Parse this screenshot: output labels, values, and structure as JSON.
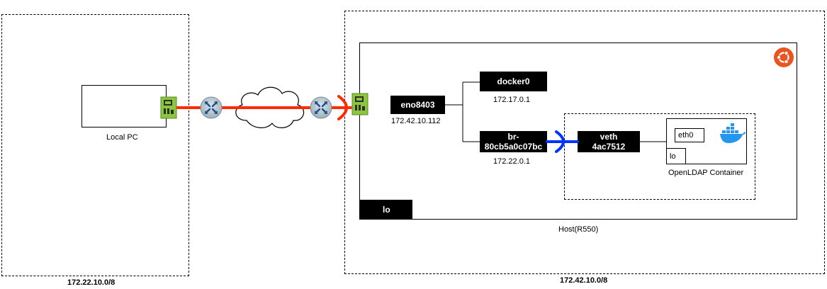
{
  "local_network": {
    "subnet": "172.22.10.0/8",
    "pc_label": "Local PC"
  },
  "host_network": {
    "subnet": "172.42.10.0/8",
    "host_label": "Host(R550)"
  },
  "interfaces": {
    "eno": {
      "name": "eno8403",
      "ip": "172.42.10.112"
    },
    "docker0": {
      "name": "docker0",
      "ip": "172.17.0.1"
    },
    "br": {
      "name_line1": "br-",
      "name_line2": "80cb5a0c07bc",
      "ip": "172.22.0.1"
    },
    "veth": {
      "name_line1": "veth",
      "name_line2": "4ac7512"
    },
    "host_lo": {
      "name": "lo"
    }
  },
  "container": {
    "label": "OpenLDAP Container",
    "eth0": "eth0",
    "lo": "lo"
  },
  "colors": {
    "red_link": "#ff2a00",
    "blue_link": "#0033ff",
    "ubuntu": "#e95420",
    "docker": "#2496ed",
    "nic_green": "#8cc63f"
  },
  "icons": [
    "nic-icon",
    "router-icon",
    "cloud-icon",
    "ubuntu-icon",
    "docker-icon"
  ]
}
